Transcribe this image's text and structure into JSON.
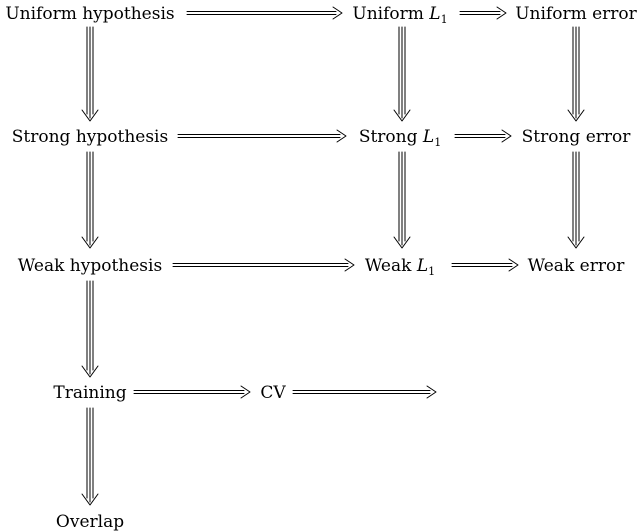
{
  "nodes": {
    "uniform_hypothesis": "Uniform hypothesis",
    "uniform_l1_prefix": "Uniform ",
    "uniform_error": "Uniform error",
    "strong_hypothesis": "Strong hypothesis",
    "strong_l1_prefix": "Strong ",
    "strong_error": "Strong error",
    "weak_hypothesis": "Weak hypothesis",
    "weak_l1_prefix": "Weak ",
    "weak_error": "Weak error",
    "training": "Training",
    "cv": "CV",
    "overlap": "Overlap"
  },
  "math": {
    "l_symbol": "L",
    "l_subscript": "1"
  }
}
